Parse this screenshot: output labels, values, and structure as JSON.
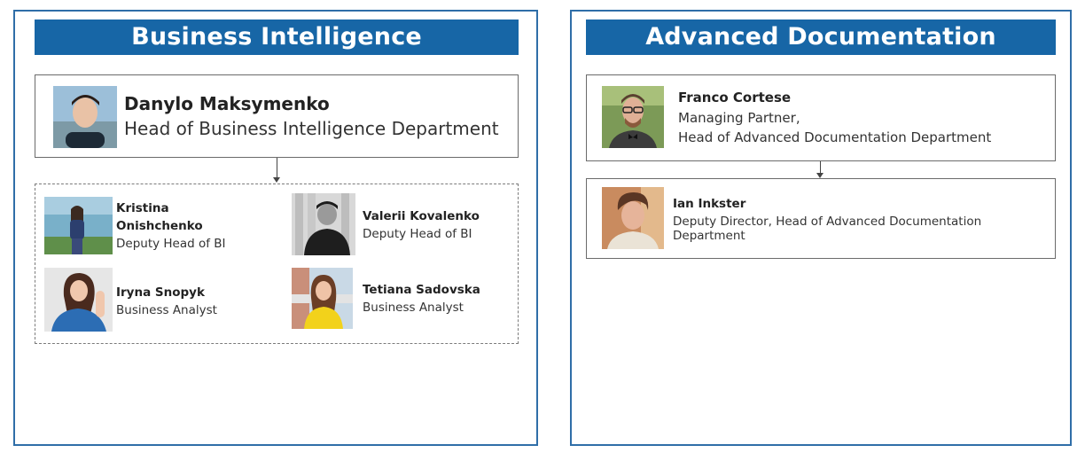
{
  "departments": [
    {
      "title": "Business Intelligence",
      "head": {
        "name": "Danylo Maksymenko",
        "role": "Head of Business Intelligence Department"
      },
      "members": [
        {
          "name_line1": "Kristina",
          "name_line2": "Onishchenko",
          "role": "Deputy Head of BI"
        },
        {
          "name": "Valerii Kovalenko",
          "role": "Deputy Head of BI"
        },
        {
          "name": "Iryna Snopyk",
          "role": "Business Analyst"
        },
        {
          "name": "Tetiana Sadovska",
          "role": "Business Analyst"
        }
      ]
    },
    {
      "title": "Advanced Documentation",
      "head": {
        "name": "Franco Cortese",
        "role_line1": "Managing Partner,",
        "role_line2": "Head of Advanced Documentation Department"
      },
      "members": [
        {
          "name": "Ian Inkster",
          "role": "Deputy Director, Head of Advanced Documentation Department"
        }
      ]
    }
  ],
  "colors": {
    "accent": "#1766a6",
    "panel_border": "#2f6ea8",
    "card_border": "#6b6b6b"
  }
}
